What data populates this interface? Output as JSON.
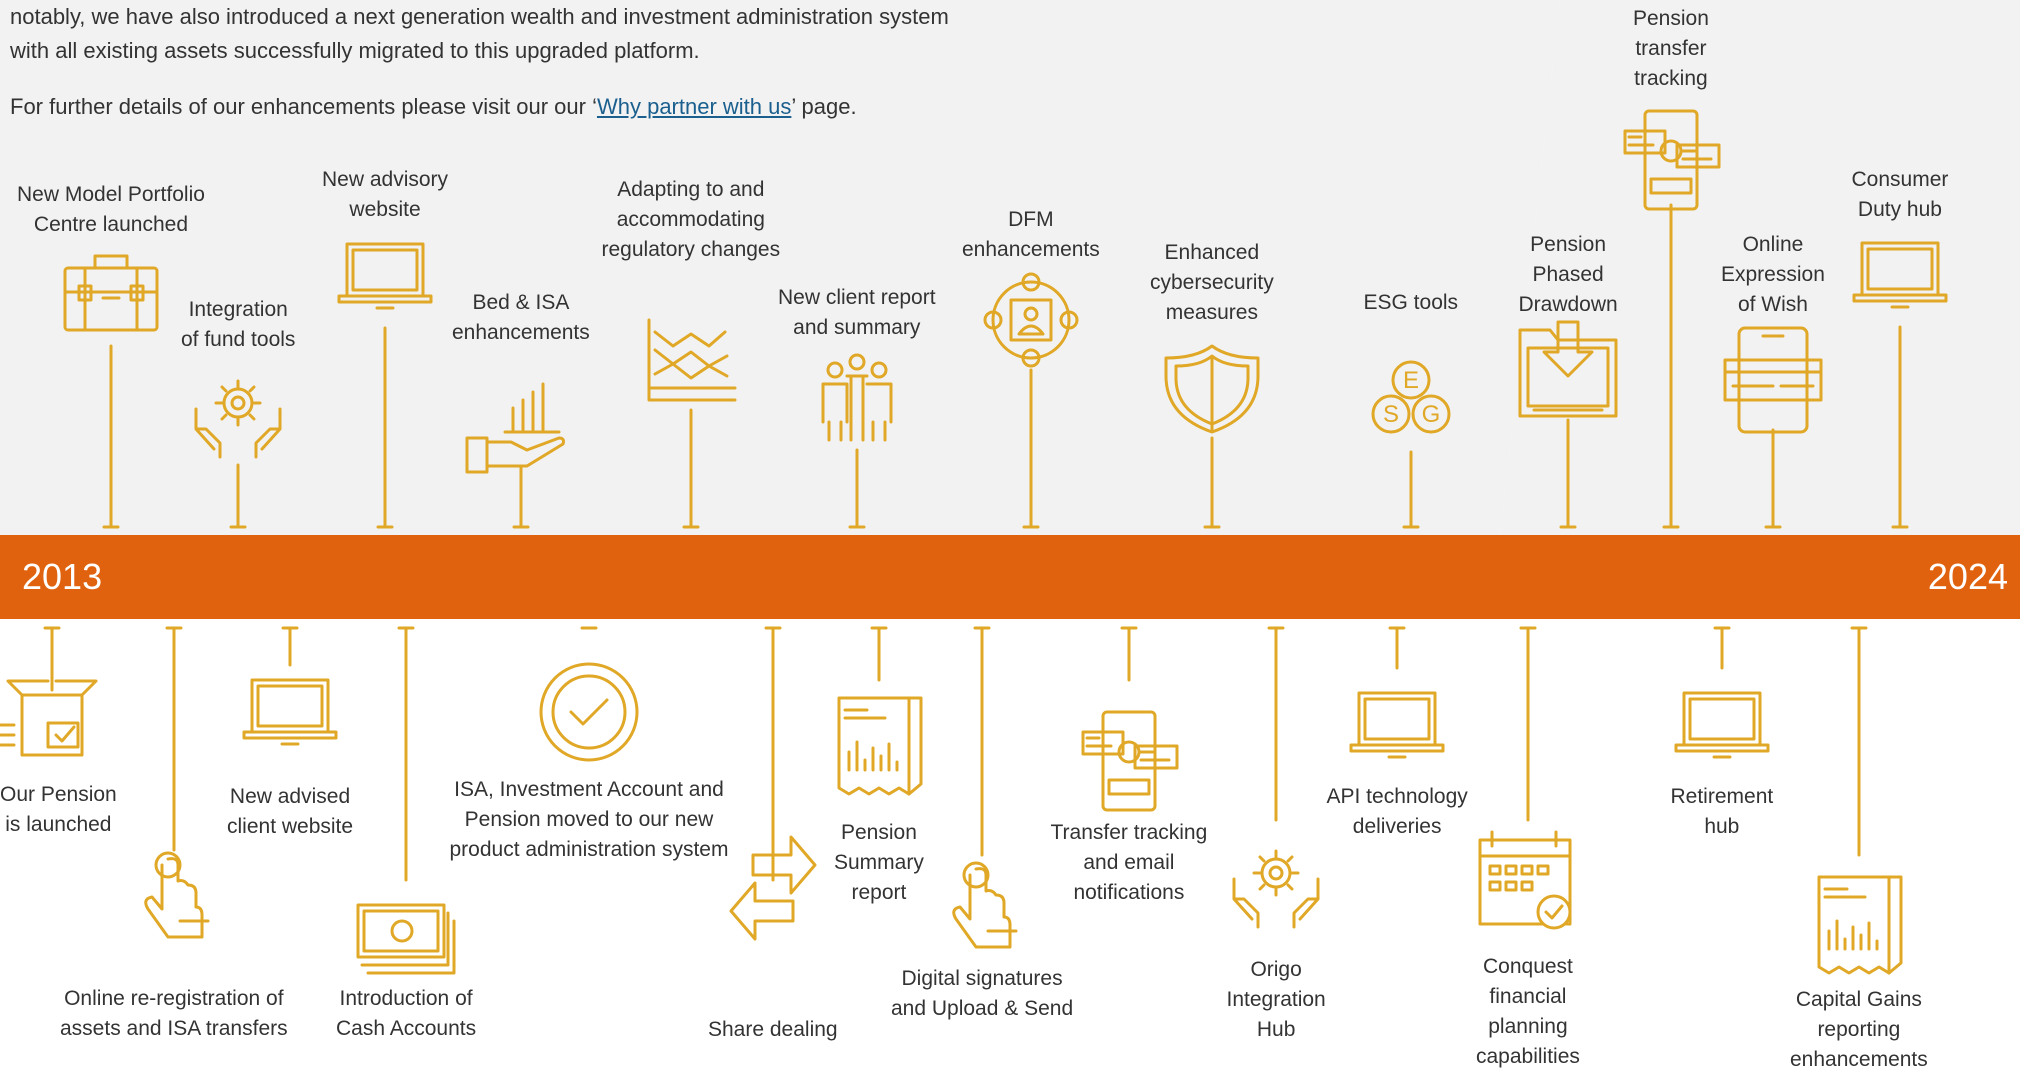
{
  "intro": {
    "line1": "notably, we have also introduced a next generation wealth and investment administration system",
    "line2": "with all existing assets successfully migrated to this upgraded platform.",
    "line3_before": "For further details of our enhancements please visit our our ‘",
    "line3_link": "Why partner with us",
    "line3_after": "’ page."
  },
  "timeline": {
    "start_year": "2013",
    "end_year": "2024"
  },
  "colors": {
    "accent": "#e0610e",
    "icon": "#e0a826",
    "text": "#333333",
    "link": "#1a5f8e",
    "background_shade": "#f2f2f2"
  },
  "top_milestones": [
    {
      "label": [
        "New Model Portfolio",
        "Centre launched"
      ],
      "icon": "briefcase-icon"
    },
    {
      "label": [
        "Integration",
        "of fund tools"
      ],
      "icon": "gear-hands-icon"
    },
    {
      "label": [
        "New advisory",
        "website"
      ],
      "icon": "laptop-icon"
    },
    {
      "label": [
        "Bed & ISA",
        "enhancements"
      ],
      "icon": "hand-chart-icon"
    },
    {
      "label": [
        "Adapting to and",
        "accommodating",
        "regulatory changes"
      ],
      "icon": "trend-board-icon"
    },
    {
      "label": [
        "New client report",
        "and summary"
      ],
      "icon": "people-icon"
    },
    {
      "label": [
        "DFM",
        "enhancements"
      ],
      "icon": "network-person-icon"
    },
    {
      "label": [
        "Enhanced",
        "cybersecurity",
        "measures"
      ],
      "icon": "shield-icon"
    },
    {
      "label": [
        "ESG tools"
      ],
      "icon": "esg-icon"
    },
    {
      "label": [
        "Pension",
        "Phased",
        "Drawdown"
      ],
      "icon": "folder-download-icon"
    },
    {
      "label": [
        "Pension",
        "transfer",
        "tracking"
      ],
      "icon": "dashboard-icon"
    },
    {
      "label": [
        "Online",
        "Expression",
        "of Wish"
      ],
      "icon": "tablet-card-icon"
    },
    {
      "label": [
        "Consumer",
        "Duty hub"
      ],
      "icon": "laptop-icon"
    }
  ],
  "bottom_milestones": [
    {
      "label": [
        "Our Pension",
        "is launched"
      ],
      "icon": "box-icon"
    },
    {
      "label": [
        "Online re-registration of",
        "assets and ISA transfers"
      ],
      "icon": "pointer-hand-icon"
    },
    {
      "label": [
        "New advised",
        "client website"
      ],
      "icon": "laptop-icon"
    },
    {
      "label": [
        "Introduction of",
        "Cash Accounts"
      ],
      "icon": "banknotes-icon"
    },
    {
      "label": [
        "ISA, Investment Account and",
        "Pension moved to our new",
        "product administration system"
      ],
      "icon": "check-circle-icon"
    },
    {
      "label": [
        "Share dealing"
      ],
      "icon": "exchange-arrows-icon"
    },
    {
      "label": [
        "Pension",
        "Summary",
        "report"
      ],
      "icon": "report-icon"
    },
    {
      "label": [
        "Digital signatures",
        "and Upload & Send"
      ],
      "icon": "pointer-hand-icon"
    },
    {
      "label": [
        "Transfer tracking",
        "and email",
        "notifications"
      ],
      "icon": "dashboard-icon"
    },
    {
      "label": [
        "Origo",
        "Integration",
        "Hub"
      ],
      "icon": "gear-hands-icon"
    },
    {
      "label": [
        "API technology",
        "deliveries"
      ],
      "icon": "laptop-icon"
    },
    {
      "label": [
        "Conquest",
        "financial",
        "planning",
        "capabilities"
      ],
      "icon": "calendar-check-icon"
    },
    {
      "label": [
        "Retirement",
        "hub"
      ],
      "icon": "laptop-icon"
    },
    {
      "label": [
        "Capital Gains",
        "reporting",
        "enhancements"
      ],
      "icon": "report-icon"
    }
  ]
}
